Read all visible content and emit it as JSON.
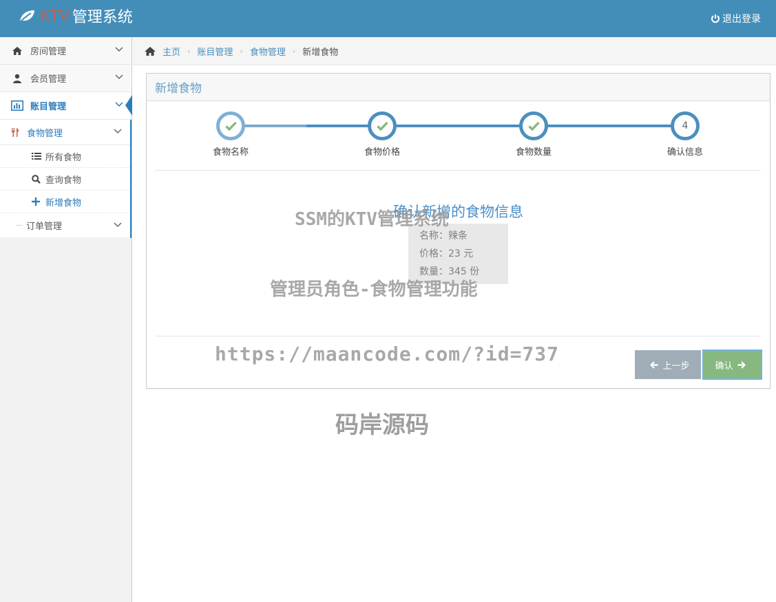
{
  "app": {
    "brand_prefix": "KTV",
    "brand_title": "管理系统",
    "logout_label": "退出登录"
  },
  "colors": {
    "navbar": "#438eb9",
    "accent": "#2b7dbc",
    "brand_red": "#d15b47",
    "confirm_green": "#87b87f",
    "prev_gray": "#a0adb8"
  },
  "sidebar": {
    "items": [
      {
        "label": "房间管理",
        "icon": "home-icon"
      },
      {
        "label": "会员管理",
        "icon": "user-icon"
      },
      {
        "label": "账目管理",
        "icon": "bar-chart-icon",
        "active": true
      }
    ],
    "submenu": {
      "label": "食物管理",
      "icon": "cutlery-icon",
      "children": [
        {
          "label": "所有食物",
          "icon": "list-icon"
        },
        {
          "label": "查询食物",
          "icon": "search-icon"
        },
        {
          "label": "新增食物",
          "icon": "plus-icon",
          "current": true
        }
      ],
      "sibling": {
        "label": "订单管理"
      }
    }
  },
  "breadcrumb": [
    "主页",
    "账目管理",
    "食物管理",
    "新增食物"
  ],
  "widget": {
    "title": "新增食物",
    "steps": [
      {
        "label": "食物名称",
        "state": "done"
      },
      {
        "label": "食物价格",
        "state": "done"
      },
      {
        "label": "食物数量",
        "state": "done"
      },
      {
        "label": "确认信息",
        "state": "current",
        "number": "4"
      }
    ],
    "confirm_title": "确认新增的食物信息",
    "info": {
      "name_line": "名称：辣条",
      "price_line": "价格：23 元",
      "qty_line": "数量：345 份"
    },
    "buttons": {
      "prev": "上一步",
      "confirm": "确认"
    }
  },
  "watermarks": {
    "line1": "SSM的KTV管理系统",
    "line2": "管理员角色-食物管理功能",
    "line3": "https://maancode.com/?id=737",
    "line4": "码岸源码"
  }
}
